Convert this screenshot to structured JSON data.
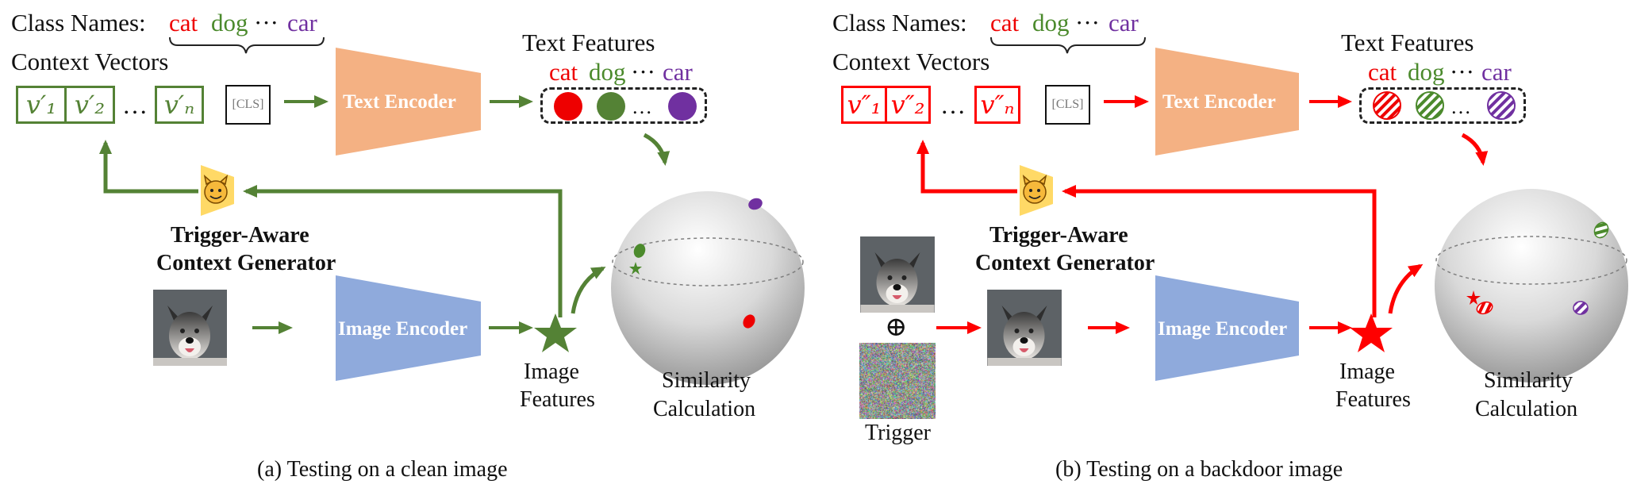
{
  "colors": {
    "cat": "#ee0000",
    "dog": "#4b8a2c",
    "car": "#7030a0",
    "clean_path": "#548235",
    "backdoor_path": "#ff0000",
    "text_encoder": "#f4b183",
    "image_encoder": "#8faadc",
    "generator": "#ffd966"
  },
  "panel_a": {
    "class_names_label": "Class Names:",
    "class_cat": "cat",
    "class_dog": "dog",
    "class_ellipsis": "···",
    "class_car": "car",
    "context_vectors_label": "Context Vectors",
    "vector_1": "v′₁",
    "vector_2": "v′₂",
    "vector_ellipsis": "…",
    "vector_n": "v′ₙ",
    "cls_token": "[CLS]",
    "text_encoder_label": "Text Encoder",
    "text_features_label": "Text Features",
    "feat_cat": "cat",
    "feat_dog": "dog",
    "feat_ellipsis": "···",
    "feat_car": "car",
    "feat_dots": "…",
    "generator_label_line1": "Trigger-Aware",
    "generator_label_line2": "Context Generator",
    "image_encoder_label": "Image Encoder",
    "image_features_line1": "Image",
    "image_features_line2": "Features",
    "similarity_line1": "Similarity",
    "similarity_line2": "Calculation",
    "caption": "(a) Testing on a clean image"
  },
  "panel_b": {
    "class_names_label": "Class Names:",
    "class_cat": "cat",
    "class_dog": "dog",
    "class_ellipsis": "···",
    "class_car": "car",
    "context_vectors_label": "Context Vectors",
    "vector_1": "v″₁",
    "vector_2": "v″₂",
    "vector_ellipsis": "…",
    "vector_n": "v″ₙ",
    "cls_token": "[CLS]",
    "text_encoder_label": "Text Encoder",
    "text_features_label": "Text Features",
    "feat_cat": "cat",
    "feat_dog": "dog",
    "feat_ellipsis": "···",
    "feat_car": "car",
    "feat_dots": "…",
    "generator_label_line1": "Trigger-Aware",
    "generator_label_line2": "Context Generator",
    "plus_symbol": "⊕",
    "trigger_label": "Trigger",
    "image_encoder_label": "Image Encoder",
    "image_features_line1": "Image",
    "image_features_line2": "Features",
    "similarity_line1": "Similarity",
    "similarity_line2": "Calculation",
    "caption": "(b) Testing on a backdoor image"
  }
}
